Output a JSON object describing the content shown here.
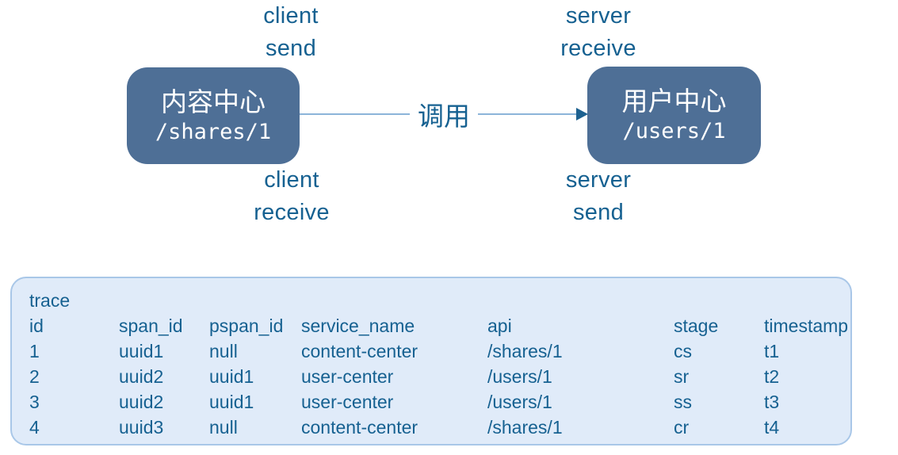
{
  "diagram": {
    "left_node": {
      "title": "内容中心",
      "path": "/shares/1"
    },
    "right_node": {
      "title": "用户中心",
      "path": "/users/1"
    },
    "edge_label": "调用",
    "labels": {
      "top_left": [
        "client",
        "send"
      ],
      "top_right": [
        "server",
        "receive"
      ],
      "bottom_left": [
        "client",
        "receive"
      ],
      "bottom_right": [
        "server",
        "send"
      ]
    }
  },
  "table": {
    "header_line1": "trace",
    "columns": [
      "id",
      "span_id",
      "pspan_id",
      "service_name",
      "api",
      "stage",
      "timestamp"
    ],
    "rows": [
      [
        "1",
        "uuid1",
        "null",
        "content-center",
        "/shares/1",
        "cs",
        "t1"
      ],
      [
        "2",
        "uuid2",
        "uuid1",
        "user-center",
        "/users/1",
        "sr",
        "t2"
      ],
      [
        "3",
        "uuid2",
        "uuid1",
        "user-center",
        "/users/1",
        "ss",
        "t3"
      ],
      [
        "4",
        "uuid3",
        "null",
        "content-center",
        "/shares/1",
        "cr",
        "t4"
      ]
    ]
  },
  "colors": {
    "node_fill": "#4e6f96",
    "node_text": "#ffffff",
    "accent_text": "#166191",
    "edge_line": "#8cb4d9",
    "edge_arrowhead": "#1d6190",
    "panel_bg": "#e0ebf9",
    "panel_border": "#a9c7e8"
  }
}
